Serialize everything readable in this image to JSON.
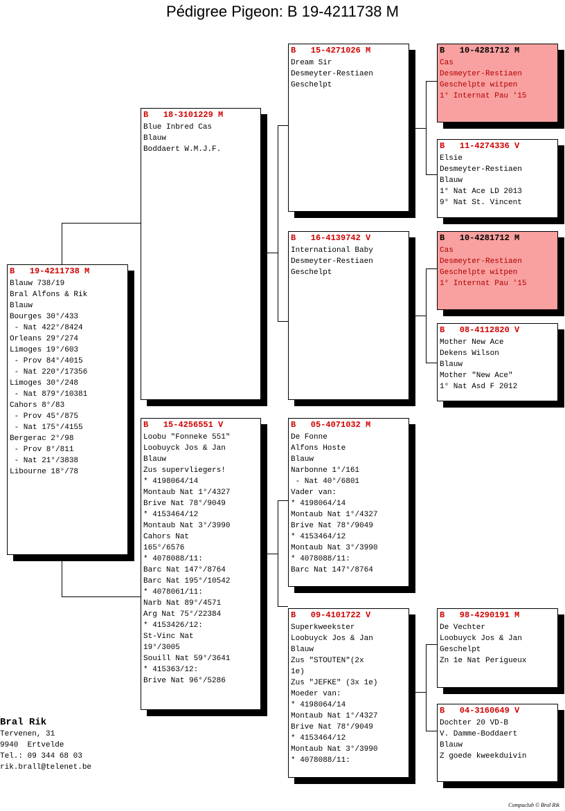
{
  "title": "Pédigree Pigeon: B   19-4211738 M",
  "subject": {
    "header": "B   19-4211738 M",
    "lines": [
      "Blauw 738/19",
      "Bral Alfons & Rik",
      "Blauw",
      "Bourges 30°/433",
      " - Nat 422°/8424",
      "Orleans 29°/274",
      "Limoges 19°/603",
      " - Prov 84°/4015",
      " - Nat 220°/17356",
      "Limoges 30°/248",
      " - Nat 879°/10381",
      "Cahors 8°/83",
      " - Prov 45°/875",
      " - Nat 175°/4155",
      "Bergerac 2°/98",
      " - Prov 8°/811",
      " - Nat 21°/3838",
      "Libourne 18°/78"
    ]
  },
  "sire": {
    "header": "B   18-3101229 M",
    "lines": [
      "Blue Inbred Cas",
      "",
      "Blauw",
      "Boddaert W.M.J.F."
    ]
  },
  "dam": {
    "header": "B   15-4256551 V",
    "lines": [
      "Loobu \"Fonneke 551\"",
      "Loobuyck Jos & Jan",
      "Blauw",
      "Zus supervliegers!",
      "* 4198064/14",
      "Montaub Nat 1°/4327",
      "Brive Nat 78°/9049",
      "* 4153464/12",
      "Montaub Nat 3°/3990",
      "Cahors Nat",
      "165°/6576",
      "* 4078088/11:",
      "Barc Nat 147°/8764",
      "Barc Nat 195°/10542",
      "* 4078061/11:",
      "Narb Nat 89°/4571",
      "Arg Nat 75°/22384",
      "* 4153426/12:",
      "St-Vinc Nat",
      "19°/3005",
      "Souill Nat 59°/3641",
      "* 415363/12:",
      "Brive Nat 96°/5286"
    ]
  },
  "sire_sire": {
    "header": "B   15-4271026 M",
    "lines": [
      "Dream Sir",
      "Desmeyter-Restiaen",
      "Geschelpt"
    ]
  },
  "sire_dam": {
    "header": "B   16-4139742 V",
    "lines": [
      "International Baby",
      "Desmeyter-Restiaen",
      "Geschelpt"
    ]
  },
  "dam_sire": {
    "header": "B   05-4071032 M",
    "lines": [
      "De Fonne",
      "Alfons Hoste",
      "Blauw",
      "Narbonne 1°/161",
      " - Nat 40°/6801",
      "Vader van:",
      "* 4198064/14",
      "Montaub Nat 1°/4327",
      "Brive Nat 78°/9049",
      "* 4153464/12",
      "Montaub Nat 3°/3990",
      "* 4078088/11:",
      "Barc Nat 147°/8764"
    ]
  },
  "dam_dam": {
    "header": "B   09-4101722 V",
    "lines": [
      "Superkweekster",
      "Loobuyck Jos & Jan",
      "Blauw",
      "Zus \"STOUTEN\"(2x",
      "1e)",
      "Zus \"JEFKE\" (3x 1e)",
      "Moeder van:",
      "* 4198064/14",
      "Montaub Nat 1°/4327",
      "Brive Nat 78°/9049",
      "* 4153464/12",
      "Montaub Nat 3°/3990",
      "* 4078088/11:"
    ]
  },
  "gen4_1": {
    "header": "B   10-4281712 M",
    "lines": [
      "Cas",
      "Desmeyter-Restiaen",
      "Geschelpte witpen",
      "1° Internat Pau '15"
    ]
  },
  "gen4_2": {
    "header": "B   11-4274336 V",
    "lines": [
      "Elsie",
      "Desmeyter-Restiaen",
      "Blauw",
      "1° Nat Ace LD 2013",
      "9° Nat St. Vincent"
    ]
  },
  "gen4_3": {
    "header": "B   10-4281712 M",
    "lines": [
      "Cas",
      "Desmeyter-Restiaen",
      "Geschelpte witpen",
      "1° Internat Pau '15"
    ]
  },
  "gen4_4": {
    "header": "B   08-4112820 V",
    "lines": [
      "Mother New Ace",
      "Dekens Wilson",
      "Blauw",
      "Mother \"New Ace\"",
      "1° Nat Asd F 2012"
    ]
  },
  "gen4_7": {
    "header": "B   98-4290191 M",
    "lines": [
      "De Vechter",
      "Loobuyck Jos & Jan",
      "Geschelpt",
      "Zn 1e Nat Perigueux"
    ]
  },
  "gen4_8": {
    "header": "B   04-3160649 V",
    "lines": [
      "Dochter 20 VD-B",
      "V. Damme-Boddaert",
      "Blauw",
      "Z goede kweekduivin"
    ]
  },
  "owner": {
    "name": "Bral Rik",
    "lines": [
      "Tervenen, 31",
      "9940  Ertvelde",
      "Tel.: 09 344 68 03",
      "rik.brall@telenet.be"
    ]
  },
  "footer": "Compuclub © Bral Rik",
  "colors": {
    "header_red": "#d00000",
    "highlight_pink": "#f9a0a0",
    "shadow": "#000000"
  }
}
